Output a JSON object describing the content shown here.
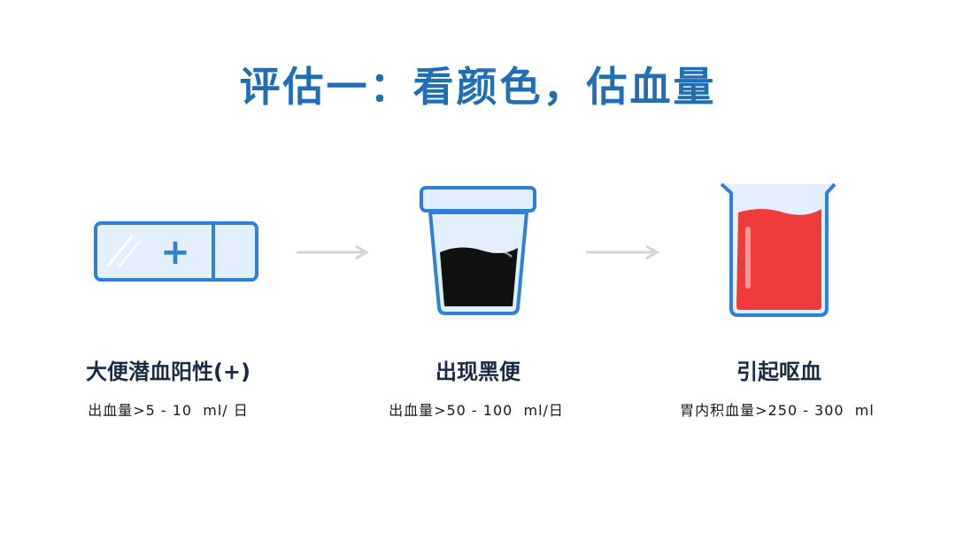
{
  "title": "评估一：看颜色，估血量",
  "steps": [
    {
      "label": "大便潜血阳性(+)",
      "note": "出血量>5 - 10  ml/ 日",
      "icon": "test-strip-icon",
      "symbol": "+"
    },
    {
      "label": "出现黑便",
      "note": "出血量>50 - 100  ml/日",
      "icon": "black-stool-cup-icon"
    },
    {
      "label": "引起呕血",
      "note": "胃内积血量>250 - 300  ml",
      "icon": "red-blood-beaker-icon"
    }
  ],
  "colors": {
    "title": "#1f6eb6",
    "outline": "#2f80d8",
    "fill_light": "#e3effc",
    "black_fluid": "#111111",
    "red_fluid": "#ef3b3b",
    "arrow": "#d4d4d4"
  }
}
